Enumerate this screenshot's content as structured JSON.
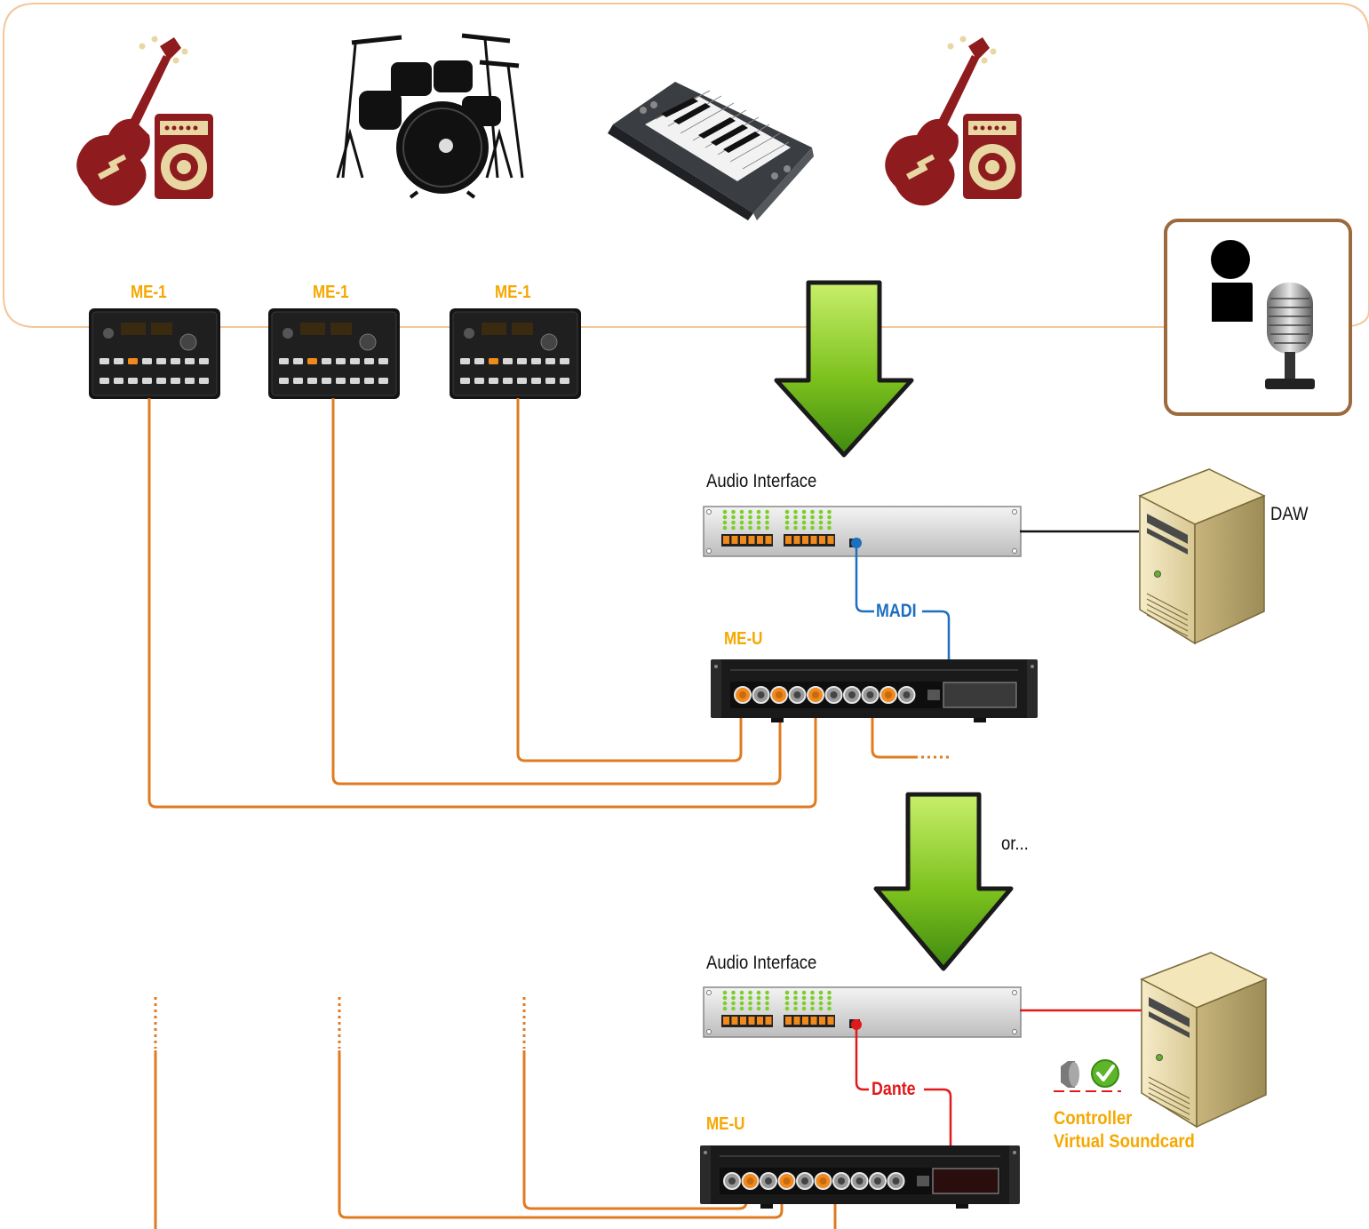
{
  "stage": {
    "instruments": [
      "guitar-amp-icon",
      "drum-kit-icon",
      "keyboard-icon",
      "guitar-amp-icon"
    ],
    "singer_icons": [
      "person-icon",
      "microphone-icon"
    ]
  },
  "personal_mixers": {
    "label": "ME-1",
    "count": 3
  },
  "system_1": {
    "audio_interface_label": "Audio Interface",
    "daw_label": "DAW",
    "link_label": "MADI",
    "hub_label": "ME-U",
    "continuation": "......"
  },
  "separator": {
    "text": "or..."
  },
  "system_2": {
    "audio_interface_label": "Audio Interface",
    "link_label": "Dante",
    "hub_label": "ME-U",
    "controller_line1": "Controller",
    "controller_line2": "Virtual Soundcard",
    "status_icons": [
      "speaker-icon",
      "checkmark-icon"
    ]
  },
  "colors": {
    "cable_orange": "#e07b22",
    "madi_blue": "#1d6fbf",
    "dante_red": "#e0191b",
    "instrument_red": "#8e1b1e",
    "label_gold": "#f5a800",
    "stage_border": "#f3c79a",
    "arrow_green": "#7dc21e"
  }
}
